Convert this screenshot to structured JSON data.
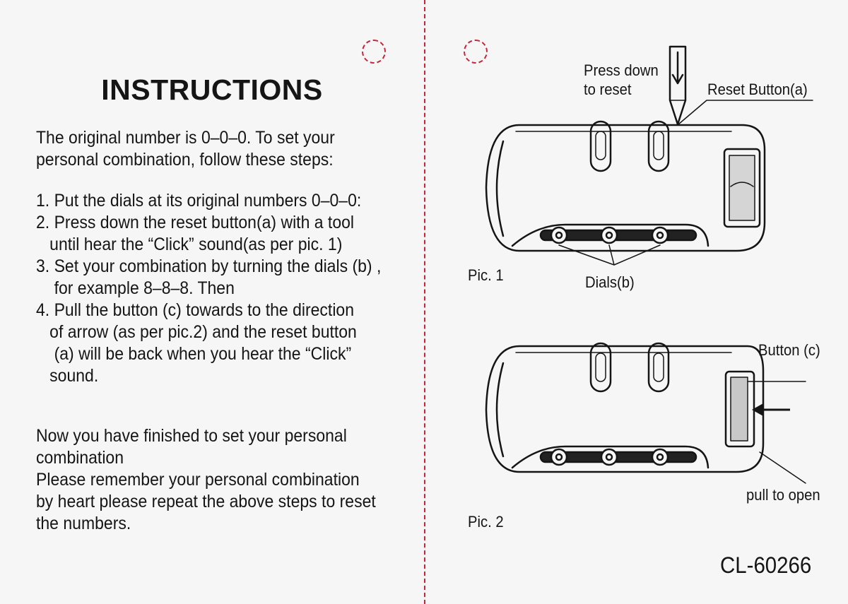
{
  "left_card": {
    "title": "INSTRUCTIONS",
    "intro": "The original number is 0–0–0. To set your\npersonal combination, follow these steps:",
    "steps": "1. Put the dials at its original numbers 0–0–0:\n2. Press down the reset button(a) with a tool\n   until hear the “Click” sound(as per pic. 1)\n3. Set your combination by turning the dials (b) ,\n    for example 8–8–8. Then\n4. Pull the button (c) towards to the direction\n   of arrow (as per pic.2) and the reset button\n    (a) will be back when you hear the “Click”\n   sound.",
    "outro": "Now you have finished to set your personal\ncombination\nPlease remember your personal combination\nby heart please repeat the above steps to reset\nthe numbers."
  },
  "right_card": {
    "pic1": {
      "caption": "Pic. 1",
      "press_label": "Press down\nto reset",
      "reset_button_label": "Reset Button(a)",
      "dials_label": "Dials(b)"
    },
    "pic2": {
      "caption": "Pic. 2",
      "button_label": "Button (c)",
      "pull_label": "pull to open"
    },
    "model_number": "CL-60266"
  },
  "colors": {
    "fold_line": "#c9253a",
    "ink": "#151515",
    "paper": "#f6f6f6"
  }
}
